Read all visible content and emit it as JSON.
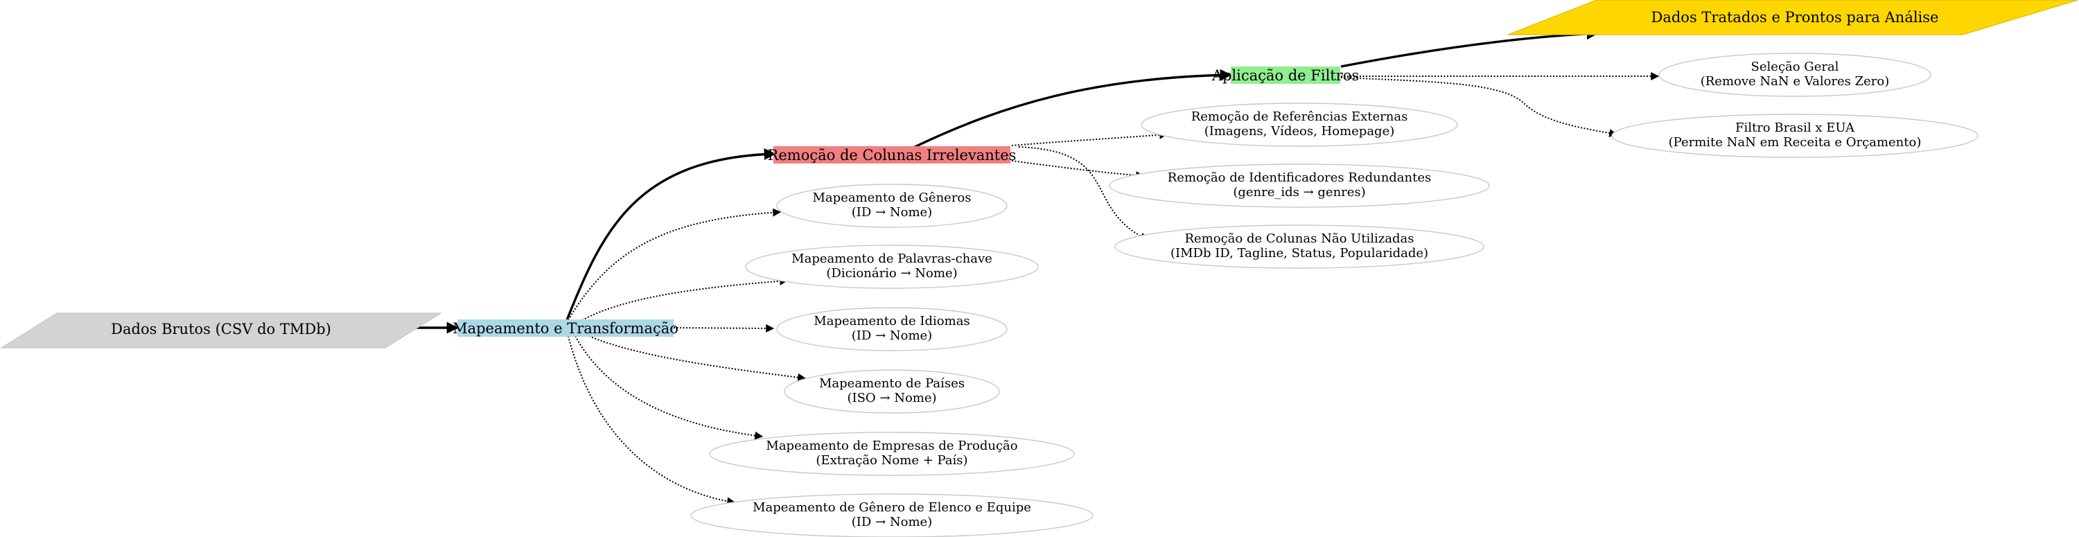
{
  "colors": {
    "raw_data": "#d3d3d3",
    "mapping": "#add8e6",
    "removal": "#f08080",
    "filters": "#90ee90",
    "final": "#ffd700",
    "ellipse_stroke": "#c9c9c9",
    "edge": "#000000"
  },
  "nodes": {
    "raw_data": {
      "label": "Dados Brutos (CSV do TMDb)"
    },
    "mapping": {
      "label": "Mapeamento e Transformação"
    },
    "removal": {
      "label": "Remoção de Colunas Irrelevantes"
    },
    "filters": {
      "label": "Aplicação de Filtros"
    },
    "final": {
      "label": "Dados Tratados e Prontos para Análise"
    }
  },
  "mapping_steps": [
    {
      "line1": "Mapeamento de Gêneros",
      "line2": "(ID → Nome)"
    },
    {
      "line1": "Mapeamento de Palavras-chave",
      "line2": "(Dicionário → Nome)"
    },
    {
      "line1": "Mapeamento de Idiomas",
      "line2": "(ID → Nome)"
    },
    {
      "line1": "Mapeamento de Países",
      "line2": "(ISO → Nome)"
    },
    {
      "line1": "Mapeamento de Empresas de Produção",
      "line2": "(Extração Nome + País)"
    },
    {
      "line1": "Mapeamento de Gênero de Elenco e Equipe",
      "line2": "(ID → Nome)"
    }
  ],
  "removal_steps": [
    {
      "line1": "Remoção de Referências Externas",
      "line2": "(Imagens, Vídeos, Homepage)"
    },
    {
      "line1": "Remoção de Identificadores Redundantes",
      "line2": "(genre_ids → genres)"
    },
    {
      "line1": "Remoção de Colunas Não Utilizadas",
      "line2": "(IMDb ID, Tagline, Status, Popularidade)"
    }
  ],
  "filter_steps": [
    {
      "line1": "Seleção Geral",
      "line2": "(Remove NaN e Valores Zero)"
    },
    {
      "line1": "Filtro Brasil x EUA",
      "line2": "(Permite NaN em Receita e Orçamento)"
    }
  ]
}
